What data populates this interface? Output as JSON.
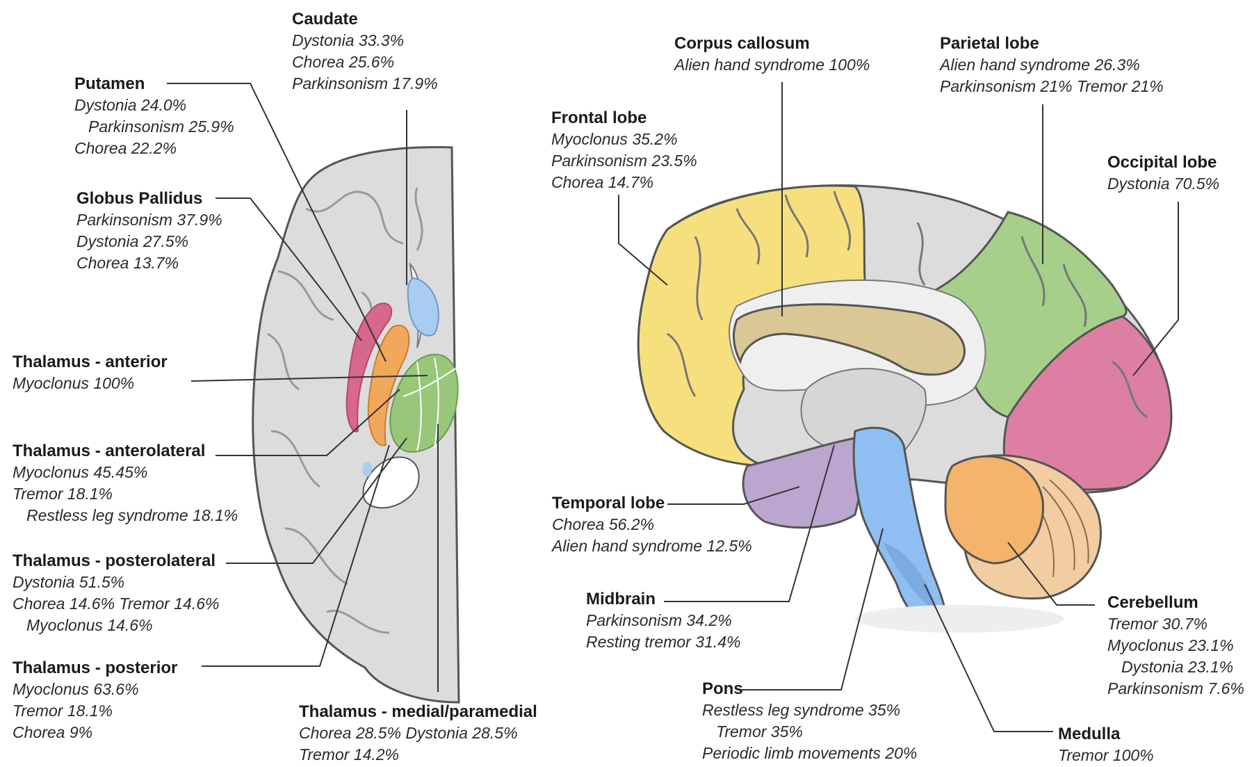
{
  "labels": {
    "caudate": {
      "title": "Caudate",
      "lines": [
        "Dystonia 33.3%",
        "Chorea 25.6%",
        "Parkinsonism 17.9%"
      ]
    },
    "putamen": {
      "title": "Putamen",
      "lines": [
        "Dystonia 24.0%",
        "Parkinsonism 25.9%",
        "Chorea 22.2%"
      ]
    },
    "globus_pallidus": {
      "title": "Globus Pallidus",
      "lines": [
        "Parkinsonism 37.9%",
        "Dystonia 27.5%",
        "Chorea 13.7%"
      ]
    },
    "thalamus_anterior": {
      "title": "Thalamus - anterior",
      "lines": [
        "Myoclonus 100%"
      ]
    },
    "thalamus_anterolateral": {
      "title": "Thalamus - anterolateral",
      "lines": [
        "Myoclonus 45.45%",
        "Tremor 18.1%",
        "Restless leg syndrome 18.1%"
      ]
    },
    "thalamus_posterolateral": {
      "title": "Thalamus - posterolateral",
      "lines": [
        "Dystonia 51.5%",
        "Chorea 14.6% Tremor 14.6%",
        "Myoclonus 14.6%"
      ]
    },
    "thalamus_posterior": {
      "title": "Thalamus - posterior",
      "lines": [
        "Myoclonus 63.6%",
        "Tremor 18.1%",
        "Chorea 9%"
      ]
    },
    "thalamus_medial": {
      "title": "Thalamus - medial/paramedial",
      "lines": [
        "Chorea 28.5%   Dystonia 28.5%",
        "Tremor 14.2%"
      ]
    },
    "corpus_callosum": {
      "title": "Corpus callosum",
      "lines": [
        "Alien hand syndrome 100%"
      ]
    },
    "parietal_lobe": {
      "title": "Parietal lobe",
      "lines": [
        "Alien hand syndrome 26.3%",
        "Parkinsonism 21% Tremor 21%"
      ]
    },
    "frontal_lobe": {
      "title": "Frontal lobe",
      "lines": [
        "Myoclonus 35.2%",
        "Parkinsonism 23.5%",
        "Chorea 14.7%"
      ]
    },
    "occipital_lobe": {
      "title": "Occipital lobe",
      "lines": [
        "Dystonia 70.5%"
      ]
    },
    "temporal_lobe": {
      "title": "Temporal lobe",
      "lines": [
        "Chorea 56.2%",
        "Alien hand syndrome 12.5%"
      ]
    },
    "midbrain": {
      "title": "Midbrain",
      "lines": [
        "Parkinsonism 34.2%",
        "Resting tremor 31.4%"
      ]
    },
    "pons": {
      "title": "Pons",
      "lines": [
        "Restless leg syndrome 35%",
        "Tremor 35%",
        "Periodic limb movements 20%"
      ]
    },
    "cerebellum": {
      "title": "Cerebellum",
      "lines": [
        "Tremor 30.7%",
        "Myoclonus 23.1%",
        "Dystonia 23.1%",
        "Parkinsonism 7.6%"
      ]
    },
    "medulla": {
      "title": "Medulla",
      "lines": [
        "Tremor 100%"
      ]
    }
  },
  "colors": {
    "caudate": "#a9cdf0",
    "putamen": "#f1a85a",
    "globus_pallidus": "#d8678c",
    "thalamus": "#98c77a",
    "frontal_lobe": "#f6e07e",
    "parietal_lobe": "#a6cf8a",
    "occipital_lobe": "#dd7fa2",
    "temporal_lobe": "#bba6d0",
    "corpus_callosum": "#d9c896",
    "brainstem": "#8fbff2",
    "cerebellum": "#f4b46b",
    "cerebellum_cortex": "#f2cda1",
    "brain_gray": "#dcdcdc"
  }
}
